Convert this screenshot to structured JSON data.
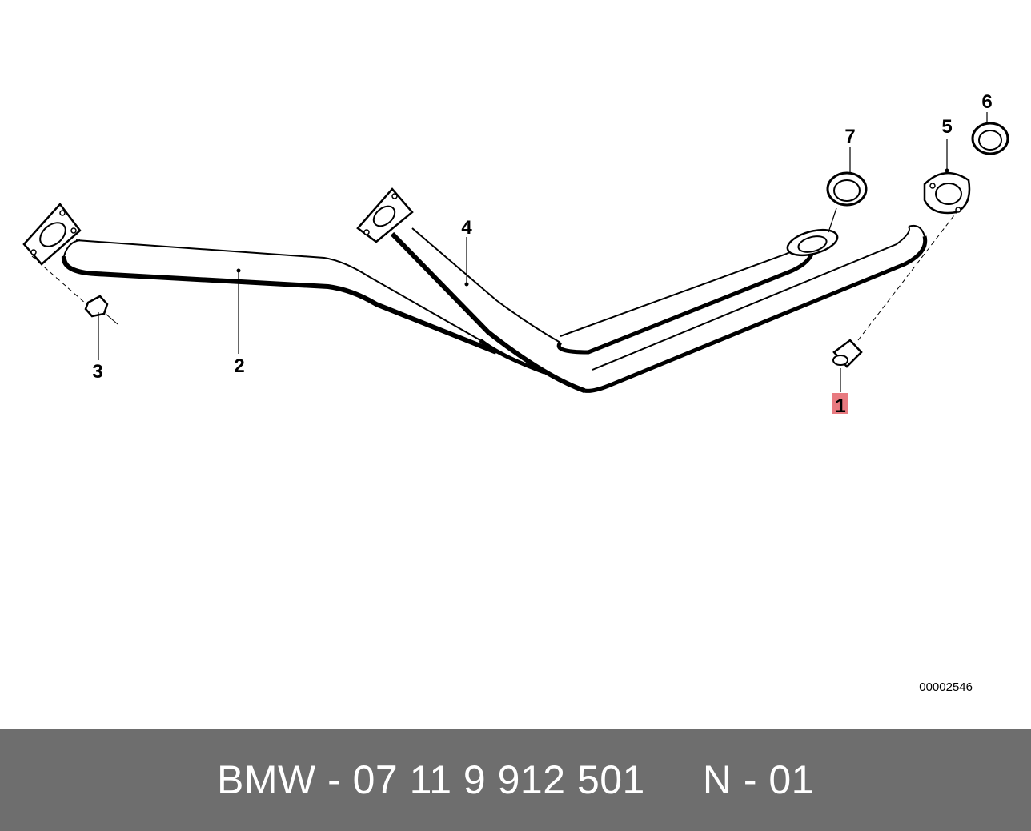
{
  "diagram": {
    "callouts": [
      "1",
      "2",
      "3",
      "4",
      "5",
      "6",
      "7"
    ],
    "highlighted_callout": "1",
    "highlight_color": "#e87a80",
    "reference_number": "00002546"
  },
  "footer": {
    "text": "BMW - 07 11 9 912 501     N - 01",
    "background": "#6e6e6e",
    "text_color": "#ffffff"
  }
}
